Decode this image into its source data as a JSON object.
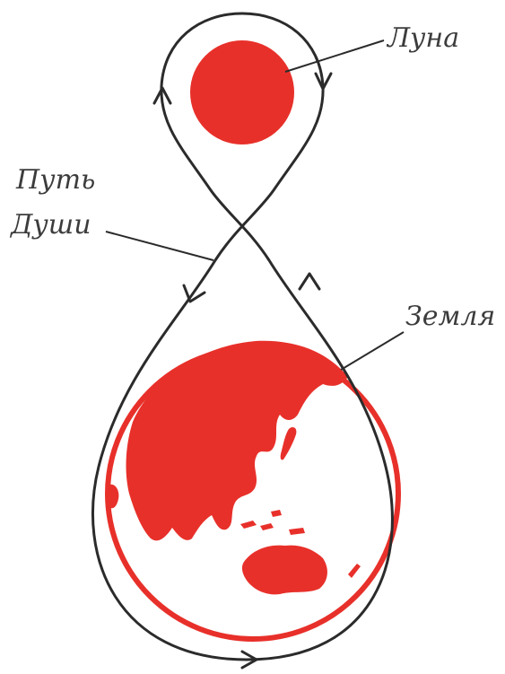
{
  "labels": {
    "moon": "Луна",
    "soul_path_line1": "Путь",
    "soul_path_line2": "Души",
    "earth": "Земля"
  },
  "colors": {
    "body_red": "#e8302a",
    "outline": "#2b2b2b",
    "background": "#ffffff"
  }
}
